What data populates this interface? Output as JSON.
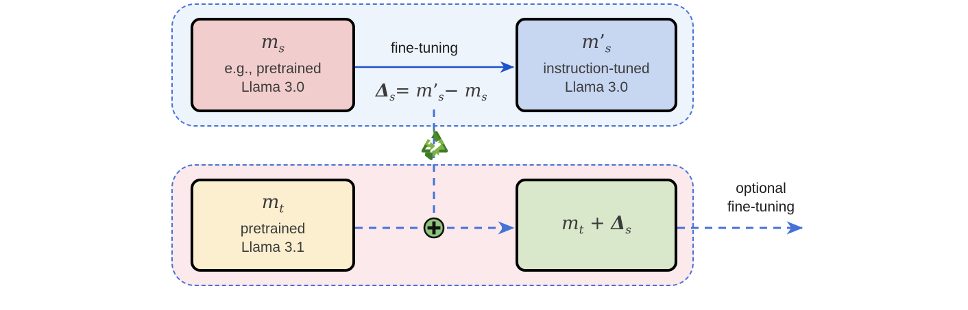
{
  "diagram": {
    "title": "Model delta transfer / recycling diagram",
    "groups": {
      "source": {
        "name": "source-model-group",
        "background": "#eef4fb",
        "border_color": "#4472d8"
      },
      "target": {
        "name": "target-model-group",
        "background": "#fbe9eb",
        "border_color": "#4472d8"
      }
    },
    "boxes": {
      "ms": {
        "symbol_base": "m",
        "symbol_sub": "s",
        "symbol_prime": "",
        "desc_line1": "e.g., pretrained",
        "desc_line2": "Llama 3.0",
        "fill": "#f2cdcd"
      },
      "ms_prime": {
        "symbol_base": "m",
        "symbol_sub": "s",
        "symbol_prime": "’",
        "desc_line1": "instruction-tuned",
        "desc_line2": "Llama 3.0",
        "fill": "#c7d6f1"
      },
      "mt": {
        "symbol_base": "m",
        "symbol_sub": "t",
        "symbol_prime": "",
        "desc_line1": "pretrained",
        "desc_line2": "Llama 3.1",
        "fill": "#fcefcf"
      },
      "merged": {
        "symbol_base": "m",
        "symbol_sub": "t",
        "operator": "+",
        "delta": "Δ",
        "delta_sub": "s",
        "desc_line1": "",
        "desc_line2": "",
        "fill": "#d9e8cb"
      }
    },
    "labels": {
      "fine_tuning": "fine-tuning",
      "optional_fine_tuning_line1": "optional",
      "optional_fine_tuning_line2": "fine-tuning",
      "delta_equation": {
        "delta": "Δ",
        "delta_sub": "s",
        "equals": "=",
        "m_prime": "m",
        "m_prime_mark": "’",
        "m_prime_sub": "s",
        "minus": "−",
        "m": "m",
        "m_sub": "s"
      }
    },
    "icons": {
      "recycle": "recycle-icon",
      "plus": "plus-circle-icon"
    },
    "colors": {
      "arrow_solid": "#1f51c8",
      "arrow_dashed": "#4472d8",
      "box_border": "#000000",
      "text": "#3b3b3b",
      "plus_fill": "#8cc47c",
      "recycle_green_dark": "#3f7a26",
      "recycle_green_light": "#7cb342"
    }
  }
}
